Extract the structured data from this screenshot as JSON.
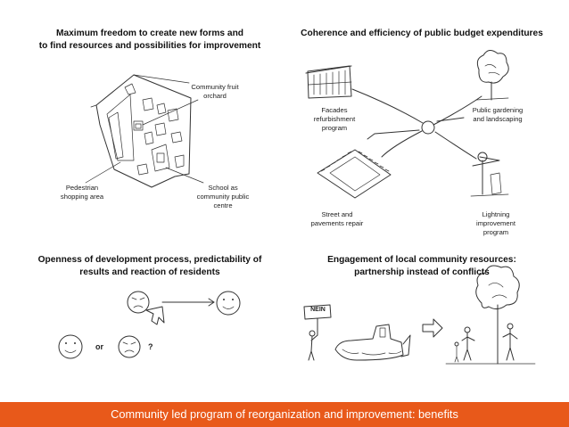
{
  "quadrants": {
    "top_left": {
      "heading_line1": "Maximum freedom to create new forms and",
      "heading_line2": "to find  resources and possibilities for improvement",
      "labels": {
        "fruit_orchard_1": "Community fruit",
        "fruit_orchard_2": "orchard",
        "pedestrian_1": "Pedestrian",
        "pedestrian_2": "shopping area",
        "school_1": "School as",
        "school_2": "community public",
        "school_3": "centre"
      }
    },
    "top_right": {
      "heading": "Coherence and efficiency of public budget expenditures",
      "labels": {
        "facades_1": "Facades",
        "facades_2": "refurbishment",
        "facades_3": "program",
        "gardening_1": "Public gardening",
        "gardening_2": "and landscaping",
        "street_1": "Street and",
        "street_2": "pavements repair",
        "lightning_1": "Lightning",
        "lightning_2": "improvement",
        "lightning_3": "program"
      }
    },
    "bottom_left": {
      "heading_line1": "Openness of development process, predictability of",
      "heading_line2": "results and reaction of residents",
      "or_word": "or",
      "question_mark": "?"
    },
    "bottom_right": {
      "heading_line1": "Engagement of local community resources:",
      "heading_line2": "partnership instead of conflicts",
      "sign_text": "NEIN"
    }
  },
  "footer": {
    "title": "Community led program of reorganization and improvement:  benefits",
    "background_color": "#e8591a"
  },
  "icons": [
    "sketch-map",
    "house-sketch",
    "tree-sketch",
    "street-sketch",
    "lamp-sketch",
    "face-sketch",
    "arrow-right-icon",
    "bulldozer-sketch",
    "people-sketch"
  ]
}
